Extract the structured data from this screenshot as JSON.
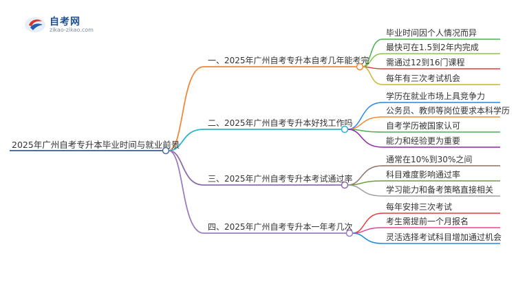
{
  "logo": {
    "title": "自考网",
    "subtitle": "zikao-zikao.com"
  },
  "root": {
    "label": "2025年广州自考专升本毕业时间与就业前景",
    "color": "#4a6fa5"
  },
  "branches": [
    {
      "label": "一、2025年广州自考专升本自考几年能考完",
      "color": "#f0883a",
      "leaves": [
        {
          "label": "毕业时间因个人情况而异",
          "color": "#4caf50"
        },
        {
          "label": "最快可在1.5到2年内完成",
          "color": "#8bc34a"
        },
        {
          "label": "需通过12到16门课程",
          "color": "#e53935"
        },
        {
          "label": "每年有三次考试机会",
          "color": "#c9b52a"
        }
      ]
    },
    {
      "label": "二、2025年广州自考专升本好找工作吗",
      "color": "#26b6c9",
      "leaves": [
        {
          "label": "学历在就业市场上具竞争力",
          "color": "#1e88e5"
        },
        {
          "label": "公务员、教师等岗位要求本科学历",
          "color": "#f0883a"
        },
        {
          "label": "自考学历被国家认可",
          "color": "#4caf50"
        },
        {
          "label": "能力和经验更为重要",
          "color": "#8e24aa"
        }
      ]
    },
    {
      "label": "三、2025年广州自考专升本考试通过率",
      "color": "#8e6aa8",
      "leaves": [
        {
          "label": "通常在10%到30%之间",
          "color": "#8d6e63"
        },
        {
          "label": "科目难度影响通过率",
          "color": "#6d9b3a"
        },
        {
          "label": "学习能力和备考策略直接相关",
          "color": "#9e9e9e"
        }
      ]
    },
    {
      "label": "四、2025年广州自考专升本一年考几次",
      "color": "#9b7bc4",
      "leaves": [
        {
          "label": "每年安排三次考试",
          "color": "#e53935"
        },
        {
          "label": "考生需提前一个月报名",
          "color": "#e84393"
        },
        {
          "label": "灵活选择考试科目增加通过机会",
          "color": "#1e88e5"
        }
      ]
    }
  ]
}
